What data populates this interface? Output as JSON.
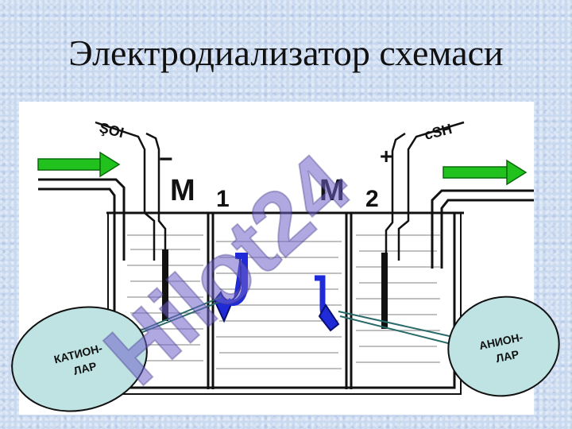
{
  "slide": {
    "title": "Электродиализатор схемаси"
  },
  "diagram": {
    "minus_sign": "−",
    "plus_sign": "+",
    "membrane_1": {
      "letter": "M",
      "index": "1"
    },
    "membrane_2": {
      "letter": "M",
      "index": "2"
    },
    "top_left_scribble": "ŞOI",
    "top_right_scribble": "cSH",
    "callout_cations": {
      "line1": "КАТИОН-",
      "line2": "ЛАР"
    },
    "callout_anions": {
      "line1": "АНИОН-",
      "line2": "ЛАР"
    }
  },
  "watermark": {
    "text": "Hilot24",
    "color": "#6f63c8"
  },
  "colors": {
    "arrow_green": "#22c21e",
    "ion_arrow_blue": "#1f2bd8",
    "callout_fill": "#bfe3e3",
    "line": "#111111"
  }
}
